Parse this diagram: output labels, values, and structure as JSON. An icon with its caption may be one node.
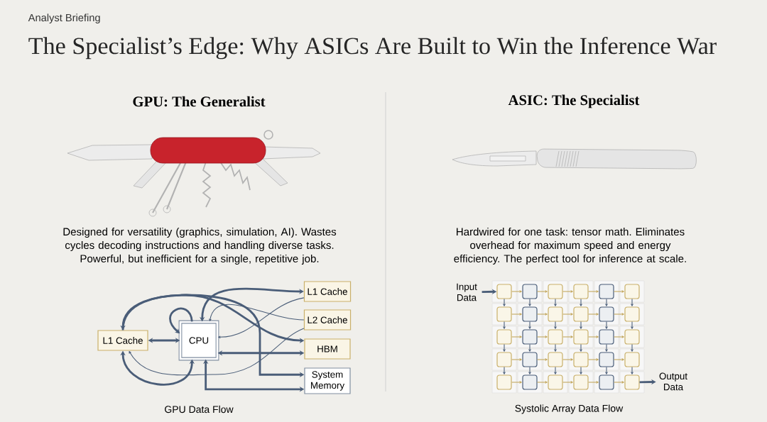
{
  "diagram": {
    "title": "The Specialist’s Edge: Why ASICs Are Built to Win the Inference War",
    "nodes": [
      {
        "text": [
          "L1 Cache"
        ]
      },
      {
        "text": [
          "CPU"
        ]
      },
      {
        "text": [
          "L1 Cache"
        ]
      },
      {
        "text": [
          "L2 Cache"
        ]
      },
      {
        "text": [
          "HBM"
        ]
      },
      {
        "text": [
          "System Memory"
        ]
      },
      {
        "text": [
          "Input Data"
        ]
      },
      {
        "text": [
          "Output Data"
        ]
      },
      {
        "text": [],
        "shape": "box"
      },
      {
        "text": [],
        "shape": "box"
      },
      {
        "text": [],
        "shape": "box"
      },
      {
        "text": [],
        "shape": "box"
      },
      {
        "text": [],
        "shape": "box"
      },
      {
        "text": [],
        "shape": "box"
      },
      {
        "text": [],
        "shape": "box"
      },
      {
        "text": [],
        "shape": "box"
      },
      {
        "text": [],
        "shape": "box"
      },
      {
        "text": [],
        "shape": "box"
      },
      {
        "text": [],
        "shape": "box"
      },
      {
        "text": [],
        "shape": "box"
      },
      {
        "text": [],
        "shape": "box"
      },
      {
        "text": [],
        "shape": "box"
      },
      {
        "text": [],
        "shape": "box"
      },
      {
        "text": [],
        "shape": "box"
      },
      {
        "text": [],
        "shape": "box"
      },
      {
        "text": [],
        "shape": "box"
      },
      {
        "text": [],
        "shape": "box"
      },
      {
        "text": [],
        "shape": "box"
      },
      {
        "text": [],
        "shape": "box"
      },
      {
        "text": [],
        "shape": "box"
      },
      {
        "text": [],
        "shape": "box"
      },
      {
        "text": [],
        "shape": "box"
      },
      {
        "text": [],
        "shape": "box"
      },
      {
        "text": [],
        "shape": "box"
      },
      {
        "text": [],
        "shape": "box"
      },
      {
        "text": [],
        "shape": "box"
      },
      {
        "text": [],
        "shape": "box"
      },
      {
        "text": [],
        "shape": "box"
      }
    ],
    "edges": [
      {
        "from": 0,
        "to": 1,
        "arrow": "both",
        "style": "thick"
      },
      {
        "from": 1,
        "to": 1,
        "arrow": "to",
        "style": "thick"
      },
      {
        "from": 2,
        "to": 1,
        "arrow": "both",
        "style": "thick"
      },
      {
        "from": 0,
        "to": 5,
        "arrow": "both",
        "style": "thick"
      },
      {
        "from": 0,
        "to": 4,
        "arrow": "to",
        "style": "thick"
      },
      {
        "from": 4,
        "to": 1,
        "arrow": "both",
        "style": "thick"
      },
      {
        "from": 1,
        "to": 5,
        "arrow": "both",
        "style": "thick"
      },
      {
        "from": 0,
        "to": 1,
        "arrow": "both",
        "style": "thick"
      },
      {
        "from": 2,
        "to": 1,
        "arrow": "to"
      },
      {
        "from": 3,
        "to": 1,
        "arrow": "to"
      },
      {
        "from": 3,
        "to": 0,
        "arrow": "to"
      },
      {
        "from": 6,
        "to": 8,
        "arrow": "to",
        "style": "thick"
      },
      {
        "from": 37,
        "to": 7,
        "arrow": "to",
        "style": "thick"
      },
      {
        "from": 8,
        "to": 9,
        "arrow": "to",
        "color": "#c2a65a"
      },
      {
        "from": 9,
        "to": 10,
        "arrow": "to",
        "color": "#c2a65a"
      },
      {
        "from": 10,
        "to": 11,
        "arrow": "to",
        "color": "#c2a65a"
      },
      {
        "from": 11,
        "to": 12,
        "arrow": "to",
        "color": "#c2a65a"
      },
      {
        "from": 12,
        "to": 13,
        "arrow": "to",
        "color": "#c2a65a"
      },
      {
        "from": 14,
        "to": 15,
        "arrow": "to",
        "color": "#c2a65a"
      },
      {
        "from": 15,
        "to": 16,
        "arrow": "to",
        "color": "#c2a65a"
      },
      {
        "from": 16,
        "to": 17,
        "arrow": "to",
        "color": "#c2a65a"
      },
      {
        "from": 17,
        "to": 18,
        "arrow": "to",
        "color": "#c2a65a"
      },
      {
        "from": 18,
        "to": 19,
        "arrow": "to",
        "color": "#c2a65a"
      },
      {
        "from": 20,
        "to": 21,
        "arrow": "to",
        "color": "#c2a65a"
      },
      {
        "from": 21,
        "to": 22,
        "arrow": "to",
        "color": "#c2a65a"
      },
      {
        "from": 22,
        "to": 23,
        "arrow": "to",
        "color": "#c2a65a"
      },
      {
        "from": 23,
        "to": 24,
        "arrow": "to",
        "color": "#c2a65a"
      },
      {
        "from": 24,
        "to": 25,
        "arrow": "to",
        "color": "#c2a65a"
      },
      {
        "from": 26,
        "to": 27,
        "arrow": "to",
        "color": "#c2a65a"
      },
      {
        "from": 27,
        "to": 28,
        "arrow": "to",
        "color": "#c2a65a"
      },
      {
        "from": 28,
        "to": 29,
        "arrow": "to",
        "color": "#c2a65a"
      },
      {
        "from": 29,
        "to": 30,
        "arrow": "to",
        "color": "#c2a65a"
      },
      {
        "from": 30,
        "to": 31,
        "arrow": "to",
        "color": "#c2a65a"
      },
      {
        "from": 32,
        "to": 33,
        "arrow": "to",
        "color": "#c2a65a"
      },
      {
        "from": 33,
        "to": 34,
        "arrow": "to",
        "color": "#c2a65a"
      },
      {
        "from": 34,
        "to": 35,
        "arrow": "to",
        "color": "#c2a65a"
      },
      {
        "from": 35,
        "to": 36,
        "arrow": "to",
        "color": "#c2a65a"
      },
      {
        "from": 36,
        "to": 37,
        "arrow": "to",
        "color": "#c2a65a"
      },
      {
        "from": 8,
        "to": 14,
        "arrow": "to"
      },
      {
        "from": 9,
        "to": 15,
        "arrow": "to"
      },
      {
        "from": 10,
        "to": 16,
        "arrow": "to"
      },
      {
        "from": 11,
        "to": 17,
        "arrow": "to"
      },
      {
        "from": 12,
        "to": 18,
        "arrow": "to"
      },
      {
        "from": 13,
        "to": 19,
        "arrow": "to"
      },
      {
        "from": 14,
        "to": 20,
        "arrow": "to"
      },
      {
        "from": 15,
        "to": 21,
        "arrow": "to"
      },
      {
        "from": 16,
        "to": 22,
        "arrow": "to"
      },
      {
        "from": 17,
        "to": 23,
        "arrow": "to"
      },
      {
        "from": 18,
        "to": 24,
        "arrow": "to"
      },
      {
        "from": 19,
        "to": 25,
        "arrow": "to"
      },
      {
        "from": 20,
        "to": 26,
        "arrow": "to"
      },
      {
        "from": 21,
        "to": 27,
        "arrow": "to"
      },
      {
        "from": 22,
        "to": 28,
        "arrow": "to"
      },
      {
        "from": 23,
        "to": 29,
        "arrow": "to"
      },
      {
        "from": 24,
        "to": 30,
        "arrow": "to"
      },
      {
        "from": 25,
        "to": 31,
        "arrow": "to"
      },
      {
        "from": 26,
        "to": 32,
        "arrow": "to"
      },
      {
        "from": 27,
        "to": 33,
        "arrow": "to"
      },
      {
        "from": 28,
        "to": 34,
        "arrow": "to"
      },
      {
        "from": 29,
        "to": 35,
        "arrow": "to"
      },
      {
        "from": 30,
        "to": 36,
        "arrow": "to"
      },
      {
        "from": 31,
        "to": 37,
        "arrow": "to"
      }
    ],
    "labels": [
      "Analyst Briefing",
      "GPU: The Generalist",
      "ASIC: The Specialist",
      "Designed for versatility (graphics, simulation, AI). Wastes cycles decoding instructions and handling diverse tasks. Powerful, but inefficient for a single, repetitive job.",
      "Hardwired for one task: tensor math. Eliminates overhead for maximum speed and energy efficiency. The perfect tool for inference at scale.",
      "GPU Data Flow",
      "Systolic Array Data Flow"
    ]
  }
}
